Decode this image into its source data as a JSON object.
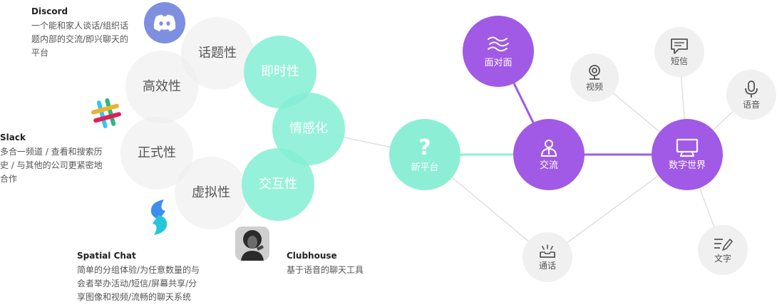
{
  "apps": [
    {
      "name": "Discord",
      "desc": [
        "一个能和家人谈话/组织话",
        "题内部的交流/即兴聊天的",
        "平台"
      ]
    },
    {
      "name": "Slack",
      "desc": [
        "多合一频道 / 查看和搜索历",
        "史 / 与其他的公司更紧密地",
        "合作"
      ]
    },
    {
      "name": "Spatial Chat",
      "desc": [
        "简单的分组体验/为任意数量的与",
        "会者举办活动/短信/屏幕共享/分",
        "享图像和视频/流畅的聊天系统"
      ]
    },
    {
      "name": "Clubhouse",
      "desc": [
        "基于语音的聊天工具"
      ]
    }
  ],
  "traits": {
    "grey": [
      "话题性",
      "高效性",
      "正式性",
      "虚拟性"
    ],
    "mint": [
      "即时性",
      "情感化",
      "交互性"
    ]
  },
  "nodes": {
    "new_platform": {
      "icon": "?",
      "label": "新平台"
    },
    "face_to_face": "面对面",
    "communication": "交流",
    "digital_world": "数字世界",
    "video": "视频",
    "sms": "短信",
    "voice": "语音",
    "call": "通话",
    "text": "文字"
  },
  "colors": {
    "mint": "#8deed6",
    "purple": "#a05ae6",
    "grey": "#ececec",
    "line": "#d8d8d8",
    "discord": "#7289da"
  }
}
